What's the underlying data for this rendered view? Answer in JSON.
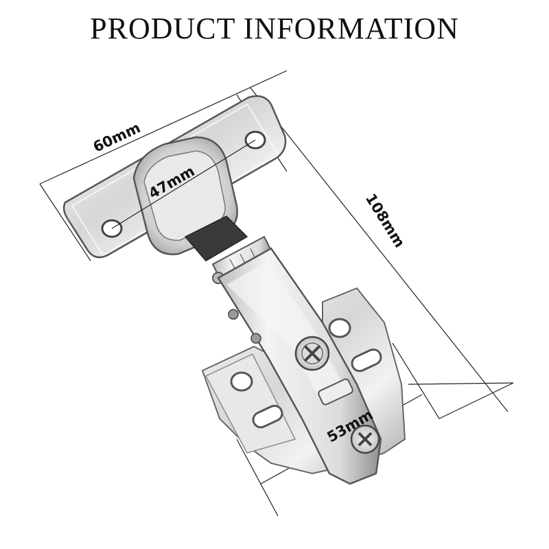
{
  "header": {
    "title": "PRODUCT INFORMATION"
  },
  "dimensions": {
    "top_width": "60mm",
    "hole_spacing": "47mm",
    "length": "108mm",
    "base_width": "53mm"
  },
  "colors": {
    "text": "#111111",
    "dimension_line": "#222222",
    "steel_light": "#eeeeee",
    "steel_mid": "#c8c8c8",
    "steel_dark": "#555555"
  }
}
